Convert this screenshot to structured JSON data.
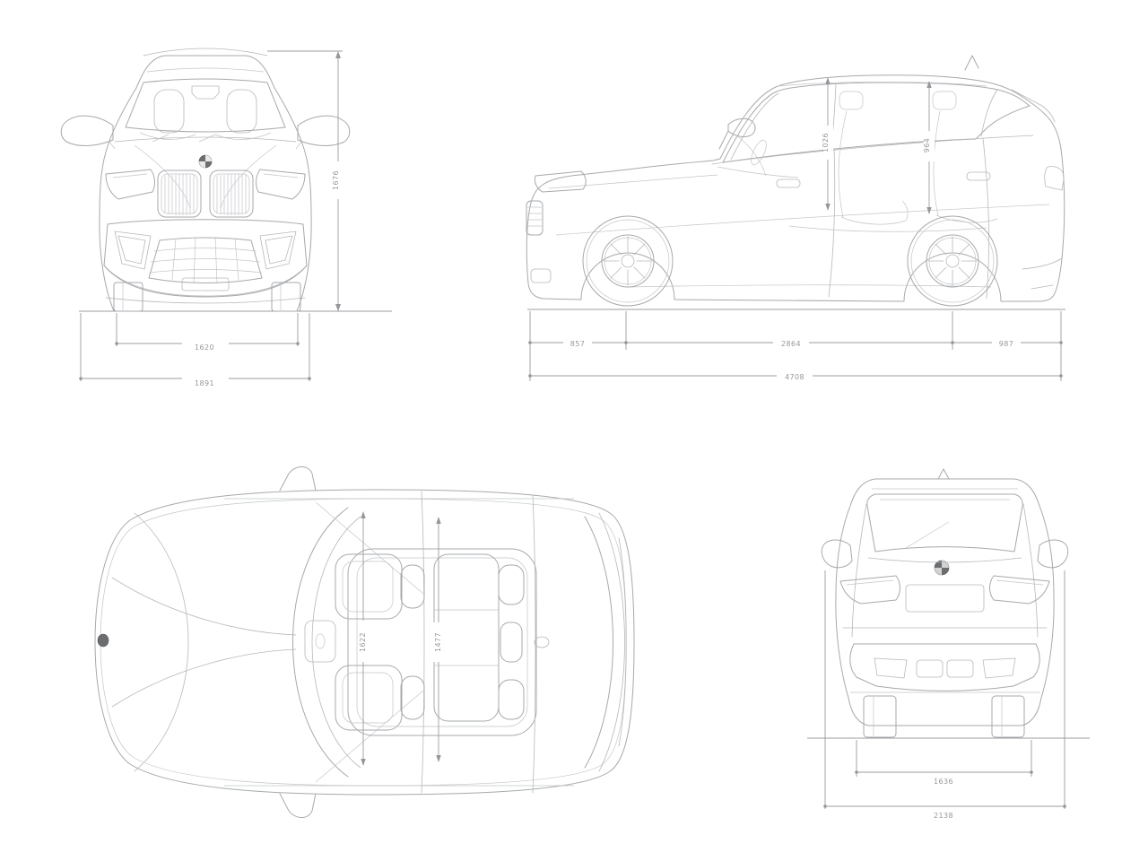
{
  "palette": {
    "background": "#ffffff",
    "line_color": "#a7a9ac",
    "dimension_color": "#9b9da0",
    "label_color": "#96989b"
  },
  "views": {
    "front": {
      "dimensions": {
        "height": "1676",
        "track_width": "1620",
        "overall_width": "1891"
      }
    },
    "side": {
      "dimensions": {
        "front_overhang": "857",
        "wheelbase": "2864",
        "rear_overhang": "987",
        "overall_length": "4708",
        "front_headroom": "1026",
        "rear_headroom": "964"
      }
    },
    "top": {
      "dimensions": {
        "front_interior_width": "1622",
        "rear_interior_width": "1477"
      }
    },
    "rear": {
      "dimensions": {
        "rear_track": "1636",
        "width_incl_mirrors": "2138"
      }
    }
  }
}
